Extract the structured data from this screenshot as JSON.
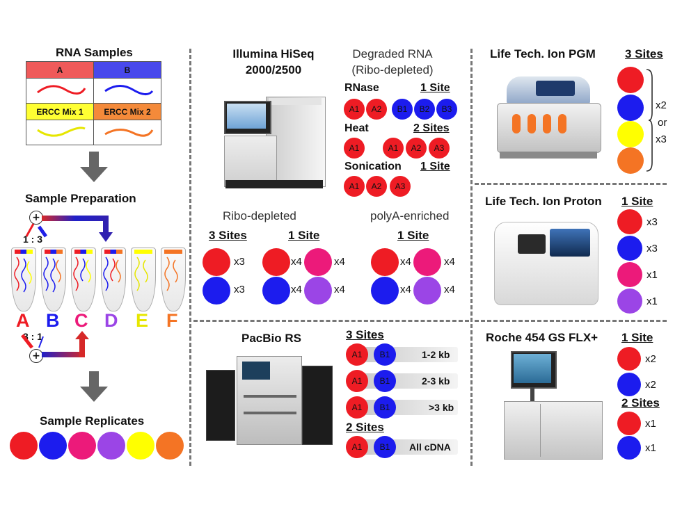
{
  "left": {
    "rna_title": "RNA Samples",
    "table": {
      "a": "A",
      "b": "B",
      "mix1": "ERCC Mix 1",
      "mix2": "ERCC Mix 2"
    },
    "prep_title": "Sample Preparation",
    "ratio_top": "1 : 3",
    "ratio_bottom": "3 : 1",
    "plus": "+",
    "tubes": [
      {
        "letter": "A",
        "color": "#ee1c24"
      },
      {
        "letter": "B",
        "color": "#1c1cee"
      },
      {
        "letter": "C",
        "color": "#ec1a7a"
      },
      {
        "letter": "D",
        "color": "#9b45e6"
      },
      {
        "letter": "E",
        "color": "#e6e600"
      },
      {
        "letter": "F",
        "color": "#f47424"
      }
    ],
    "replicates_title": "Sample Replicates"
  },
  "hiseq": {
    "title1": "Illumina HiSeq",
    "title2": "2000/2500",
    "degraded1": "Degraded RNA",
    "degraded2": "(Ribo-depleted)",
    "rnase": "RNase",
    "rnase_sites": "1 Site",
    "heat": "Heat",
    "heat_sites": "2 Sites",
    "sonication": "Sonication",
    "sonication_sites": "1 Site",
    "a1": "A1",
    "a2": "A2",
    "a3": "A3",
    "b1": "B1",
    "b2": "B2",
    "b3": "B3",
    "ribo": "Ribo-depleted",
    "polya": "polyA-enriched",
    "three_sites": "3 Sites",
    "one_site": "1 Site",
    "x3": "x3",
    "x4": "x4"
  },
  "pacbio": {
    "title": "PacBio RS",
    "three_sites": "3 Sites",
    "two_sites": "2 Sites",
    "a1": "A1",
    "b1": "B1",
    "bars": [
      "1-2 kb",
      "2-3 kb",
      ">3 kb"
    ],
    "all": "All cDNA"
  },
  "pgm": {
    "title": "Life Tech. Ion PGM",
    "sites": "3 Sites",
    "x2": "x2",
    "or": "or",
    "x3": "x3"
  },
  "proton": {
    "title": "Life Tech. Ion Proton",
    "sites": "1 Site",
    "mults": [
      "x3",
      "x3",
      "x1",
      "x1"
    ]
  },
  "roche": {
    "title": "Roche 454 GS FLX+",
    "one_site": "1 Site",
    "two_sites": "2 Sites",
    "mults": [
      "x2",
      "x2",
      "x1",
      "x1"
    ]
  },
  "colors": {
    "red": "#ee1c24",
    "blue": "#1c1cee",
    "pink": "#ec1a7a",
    "purple": "#9b45e6",
    "yellow": "#ffff00",
    "orange": "#f47424"
  }
}
